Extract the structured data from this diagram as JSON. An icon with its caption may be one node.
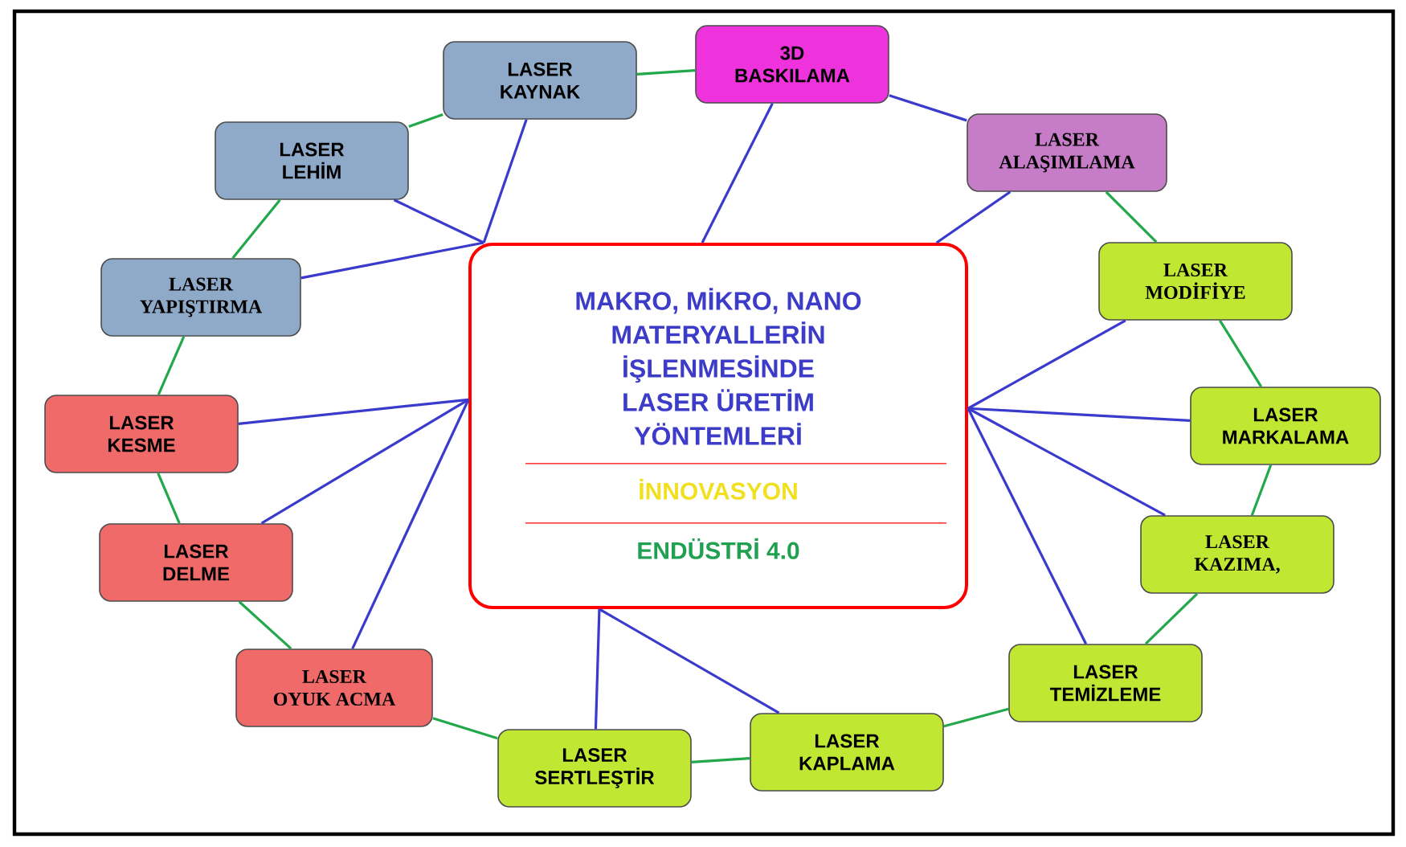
{
  "diagram": {
    "nodes": [
      {
        "text": [
          "MAKRO, MİKRO, NANO MATERYALLERİN İŞLENMESİNDE LASER ÜRETİM YÖNTEMLERİ",
          "İNNOVASYON",
          "ENDÜSTRİ 4.0"
        ]
      },
      {
        "text": [
          "3D BASKILAMA"
        ]
      },
      {
        "text": [
          "LASER ALAŞIMLAMA"
        ]
      },
      {
        "text": [
          "LASER MODİFİYE"
        ]
      },
      {
        "text": [
          "LASER MARKALAMA"
        ]
      },
      {
        "text": [
          "LASER KAZIMA,"
        ]
      },
      {
        "text": [
          "LASER TEMİZLEME"
        ]
      },
      {
        "text": [
          "LASER KAPLAMA"
        ]
      },
      {
        "text": [
          "LASER SERTLEŞTİR"
        ]
      },
      {
        "text": [
          "LASER OYUK ACMA"
        ]
      },
      {
        "text": [
          "LASER DELME"
        ]
      },
      {
        "text": [
          "LASER KESME"
        ]
      },
      {
        "text": [
          "LASER YAPIŞTIRMA"
        ]
      },
      {
        "text": [
          "LASER LEHİM"
        ]
      },
      {
        "text": [
          "LASER KAYNAK"
        ]
      }
    ],
    "edges": [
      {
        "from": 1,
        "to": 0,
        "arrow": "none"
      },
      {
        "from": 2,
        "to": 0,
        "arrow": "none"
      },
      {
        "from": 3,
        "to": 0,
        "arrow": "none"
      },
      {
        "from": 4,
        "to": 0,
        "arrow": "none"
      },
      {
        "from": 5,
        "to": 0,
        "arrow": "none"
      },
      {
        "from": 6,
        "to": 0,
        "arrow": "none"
      },
      {
        "from": 7,
        "to": 0,
        "arrow": "none"
      },
      {
        "from": 8,
        "to": 0,
        "arrow": "none"
      },
      {
        "from": 9,
        "to": 0,
        "arrow": "none"
      },
      {
        "from": 10,
        "to": 0,
        "arrow": "none"
      },
      {
        "from": 11,
        "to": 0,
        "arrow": "none"
      },
      {
        "from": 12,
        "to": 0,
        "arrow": "none"
      },
      {
        "from": 13,
        "to": 0,
        "arrow": "none"
      },
      {
        "from": 14,
        "to": 0,
        "arrow": "none"
      },
      {
        "from": 1,
        "to": 2,
        "arrow": "none"
      },
      {
        "from": 14,
        "to": 1,
        "arrow": "none",
        "color": "#22a84a"
      },
      {
        "from": 2,
        "to": 3,
        "arrow": "none",
        "color": "#22a84a"
      },
      {
        "from": 3,
        "to": 4,
        "arrow": "none",
        "color": "#22a84a"
      },
      {
        "from": 4,
        "to": 5,
        "arrow": "none",
        "color": "#22a84a"
      },
      {
        "from": 5,
        "to": 6,
        "arrow": "none",
        "color": "#22a84a"
      },
      {
        "from": 6,
        "to": 7,
        "arrow": "none",
        "color": "#22a84a"
      },
      {
        "from": 7,
        "to": 8,
        "arrow": "none",
        "color": "#22a84a"
      },
      {
        "from": 8,
        "to": 9,
        "arrow": "none",
        "color": "#22a84a"
      },
      {
        "from": 9,
        "to": 10,
        "arrow": "none",
        "color": "#22a84a"
      },
      {
        "from": 10,
        "to": 11,
        "arrow": "none",
        "color": "#22a84a"
      },
      {
        "from": 11,
        "to": 12,
        "arrow": "none",
        "color": "#22a84a"
      },
      {
        "from": 12,
        "to": 13,
        "arrow": "none",
        "color": "#22a84a"
      },
      {
        "from": 13,
        "to": 14,
        "arrow": "none",
        "color": "#22a84a"
      }
    ]
  }
}
